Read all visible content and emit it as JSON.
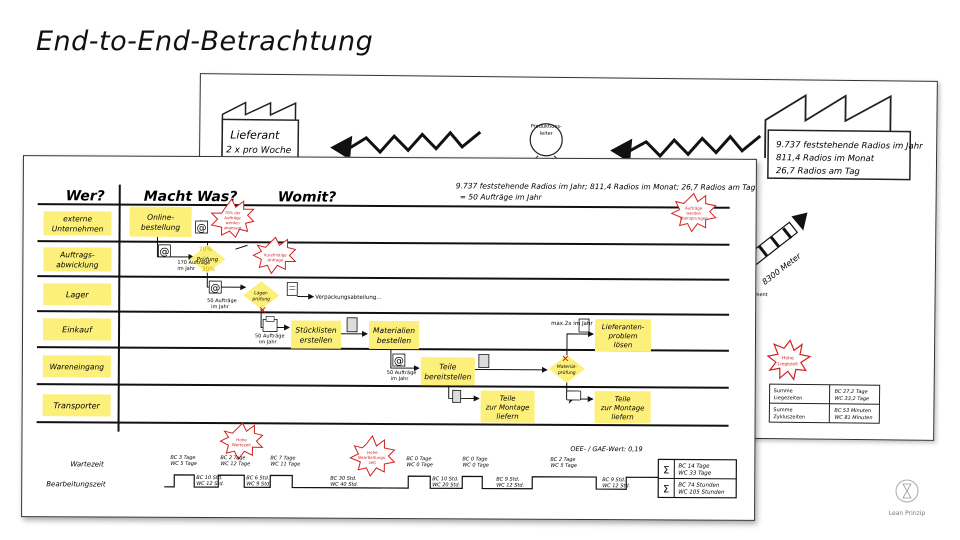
{
  "title": "End-to-End-Betrachtung",
  "back_slide": {
    "supplier_label": "Lieferant",
    "supplier_freq": "2 x pro Woche",
    "production_label_1": "Produktions-",
    "production_label_2": "leiter",
    "customer_stats": [
      "9.737 feststehende Radios im Jahr",
      "811,4 Radios im Monat",
      "26,7 Radios am Tag"
    ],
    "distance_label": "8300 Meter",
    "side_label": "ment",
    "callout_label_1": "Hohe",
    "callout_label_2": "Liegezeit",
    "summary_rows": [
      {
        "label_1": "Summe",
        "label_2": "Liegezeiten",
        "val_1": "BC 27,2 Tage",
        "val_2": "WC 33,2 Tage"
      },
      {
        "label_1": "Summe",
        "label_2": "Zykluszeiten",
        "val_1": "BC 53 Minuten",
        "val_2": "WC 81 Minuten"
      }
    ]
  },
  "front_slide": {
    "headers": {
      "who": "Wer?",
      "what": "Macht Was?",
      "with": "Womit?"
    },
    "stats_line_1": "9.737 feststehende Radios im Jahr;  811,4 Radios im Monat;  26,7 Radios am Tag",
    "stats_line_2": "= 50 Aufträge im Jahr",
    "lanes": [
      {
        "line1": "externe",
        "line2": "Unternehmen"
      },
      {
        "line1": "Auftrags-",
        "line2": "abwicklung"
      },
      {
        "line1": "Lager",
        "line2": ""
      },
      {
        "line1": "Einkauf",
        "line2": ""
      },
      {
        "line1": "Wareneingang",
        "line2": ""
      },
      {
        "line1": "Transporter",
        "line2": ""
      }
    ],
    "activities": {
      "online": [
        "Online-",
        "bestellung"
      ],
      "stueck": [
        "Stücklisten",
        "erstellen"
      ],
      "material": [
        "Materialien",
        "bestellen"
      ],
      "teile": [
        "Teile",
        "bereitstellen"
      ],
      "montage1": [
        "Teile",
        "zur Montage",
        "liefern"
      ],
      "lieferanten": [
        "Lieferanten-",
        "problem",
        "lösen"
      ],
      "montage2": [
        "Teile",
        "zur Montage",
        "liefern"
      ]
    },
    "decisions": {
      "pruefung": "Prüfung",
      "pct_70": "70%",
      "pct_30": "30%",
      "lager": [
        "Lager-",
        "prüfung"
      ],
      "material": [
        "Material-",
        "prüfung"
      ]
    },
    "annotations": {
      "orders_170": [
        "170 Aufträge",
        "im Jahr"
      ],
      "orders_50_a": [
        "50 Aufträge",
        "im Jahr"
      ],
      "orders_50_b": [
        "50 Aufträge",
        "im Jahr"
      ],
      "orders_50_c": [
        "50 Aufträge",
        "im Jahr"
      ],
      "max_2x": "max.2x im Jahr",
      "verpackung": "Verpackungsabteilung..."
    },
    "bursts": {
      "b70": [
        "70% der",
        "Aufträge",
        "werden",
        "abgesagt"
      ],
      "kurz": [
        "Kurzfristige",
        "Anfrage"
      ],
      "ueber": [
        "Aufträge",
        "werden",
        "übersprungen"
      ],
      "hohe1": [
        "Hohe",
        "Wartezeit"
      ],
      "hohe2": [
        "Hohe",
        "Bearbeitungs-",
        "zeit"
      ]
    },
    "oee": "OEE- / GAE-Wert: 0,19",
    "wartezeit_label": "Wartezeit",
    "bearbeitung_label": "Bearbeitungszeit",
    "wait_times": [
      {
        "bc": "BC 3 Tage",
        "wc": "WC 5 Tage"
      },
      {
        "bc": "BC 2 Tage",
        "wc": "WC 12 Tage"
      },
      {
        "bc": "BC 7 Tage",
        "wc": "WC 11 Tage"
      },
      {
        "bc": "BC 0 Tage",
        "wc": "WC 0 Tage"
      },
      {
        "bc": "BC 0 Tage",
        "wc": "WC 0 Tage"
      },
      {
        "bc": "BC 2 Tage",
        "wc": "WC 5 Tage"
      }
    ],
    "proc_times": [
      {
        "bc": "BC 10 Std.",
        "wc": "WC 12 Std."
      },
      {
        "bc": "BC 6 Std.",
        "wc": "WC 9 Std."
      },
      {
        "bc": "BC 30 Std.",
        "wc": "WC 40 Std."
      },
      {
        "bc": "BC 10 Std.",
        "wc": "WC 20 Std."
      },
      {
        "bc": "BC 9 Std.",
        "wc": "WC 12 Std."
      },
      {
        "bc": "BC 9 Std.",
        "wc": "WC 12 Std."
      }
    ],
    "sum_wait": {
      "bc": "BC 14 Tage",
      "wc": "WC 33 Tage"
    },
    "sum_proc": {
      "bc": "BC 74 Stunden",
      "wc": "WC 105 Stunden"
    },
    "sigma": "Σ"
  },
  "logo_text": "Lean Prinzip",
  "colors": {
    "sticky": "#fdf07a",
    "burst": "#d42020",
    "ink": "#111111"
  }
}
